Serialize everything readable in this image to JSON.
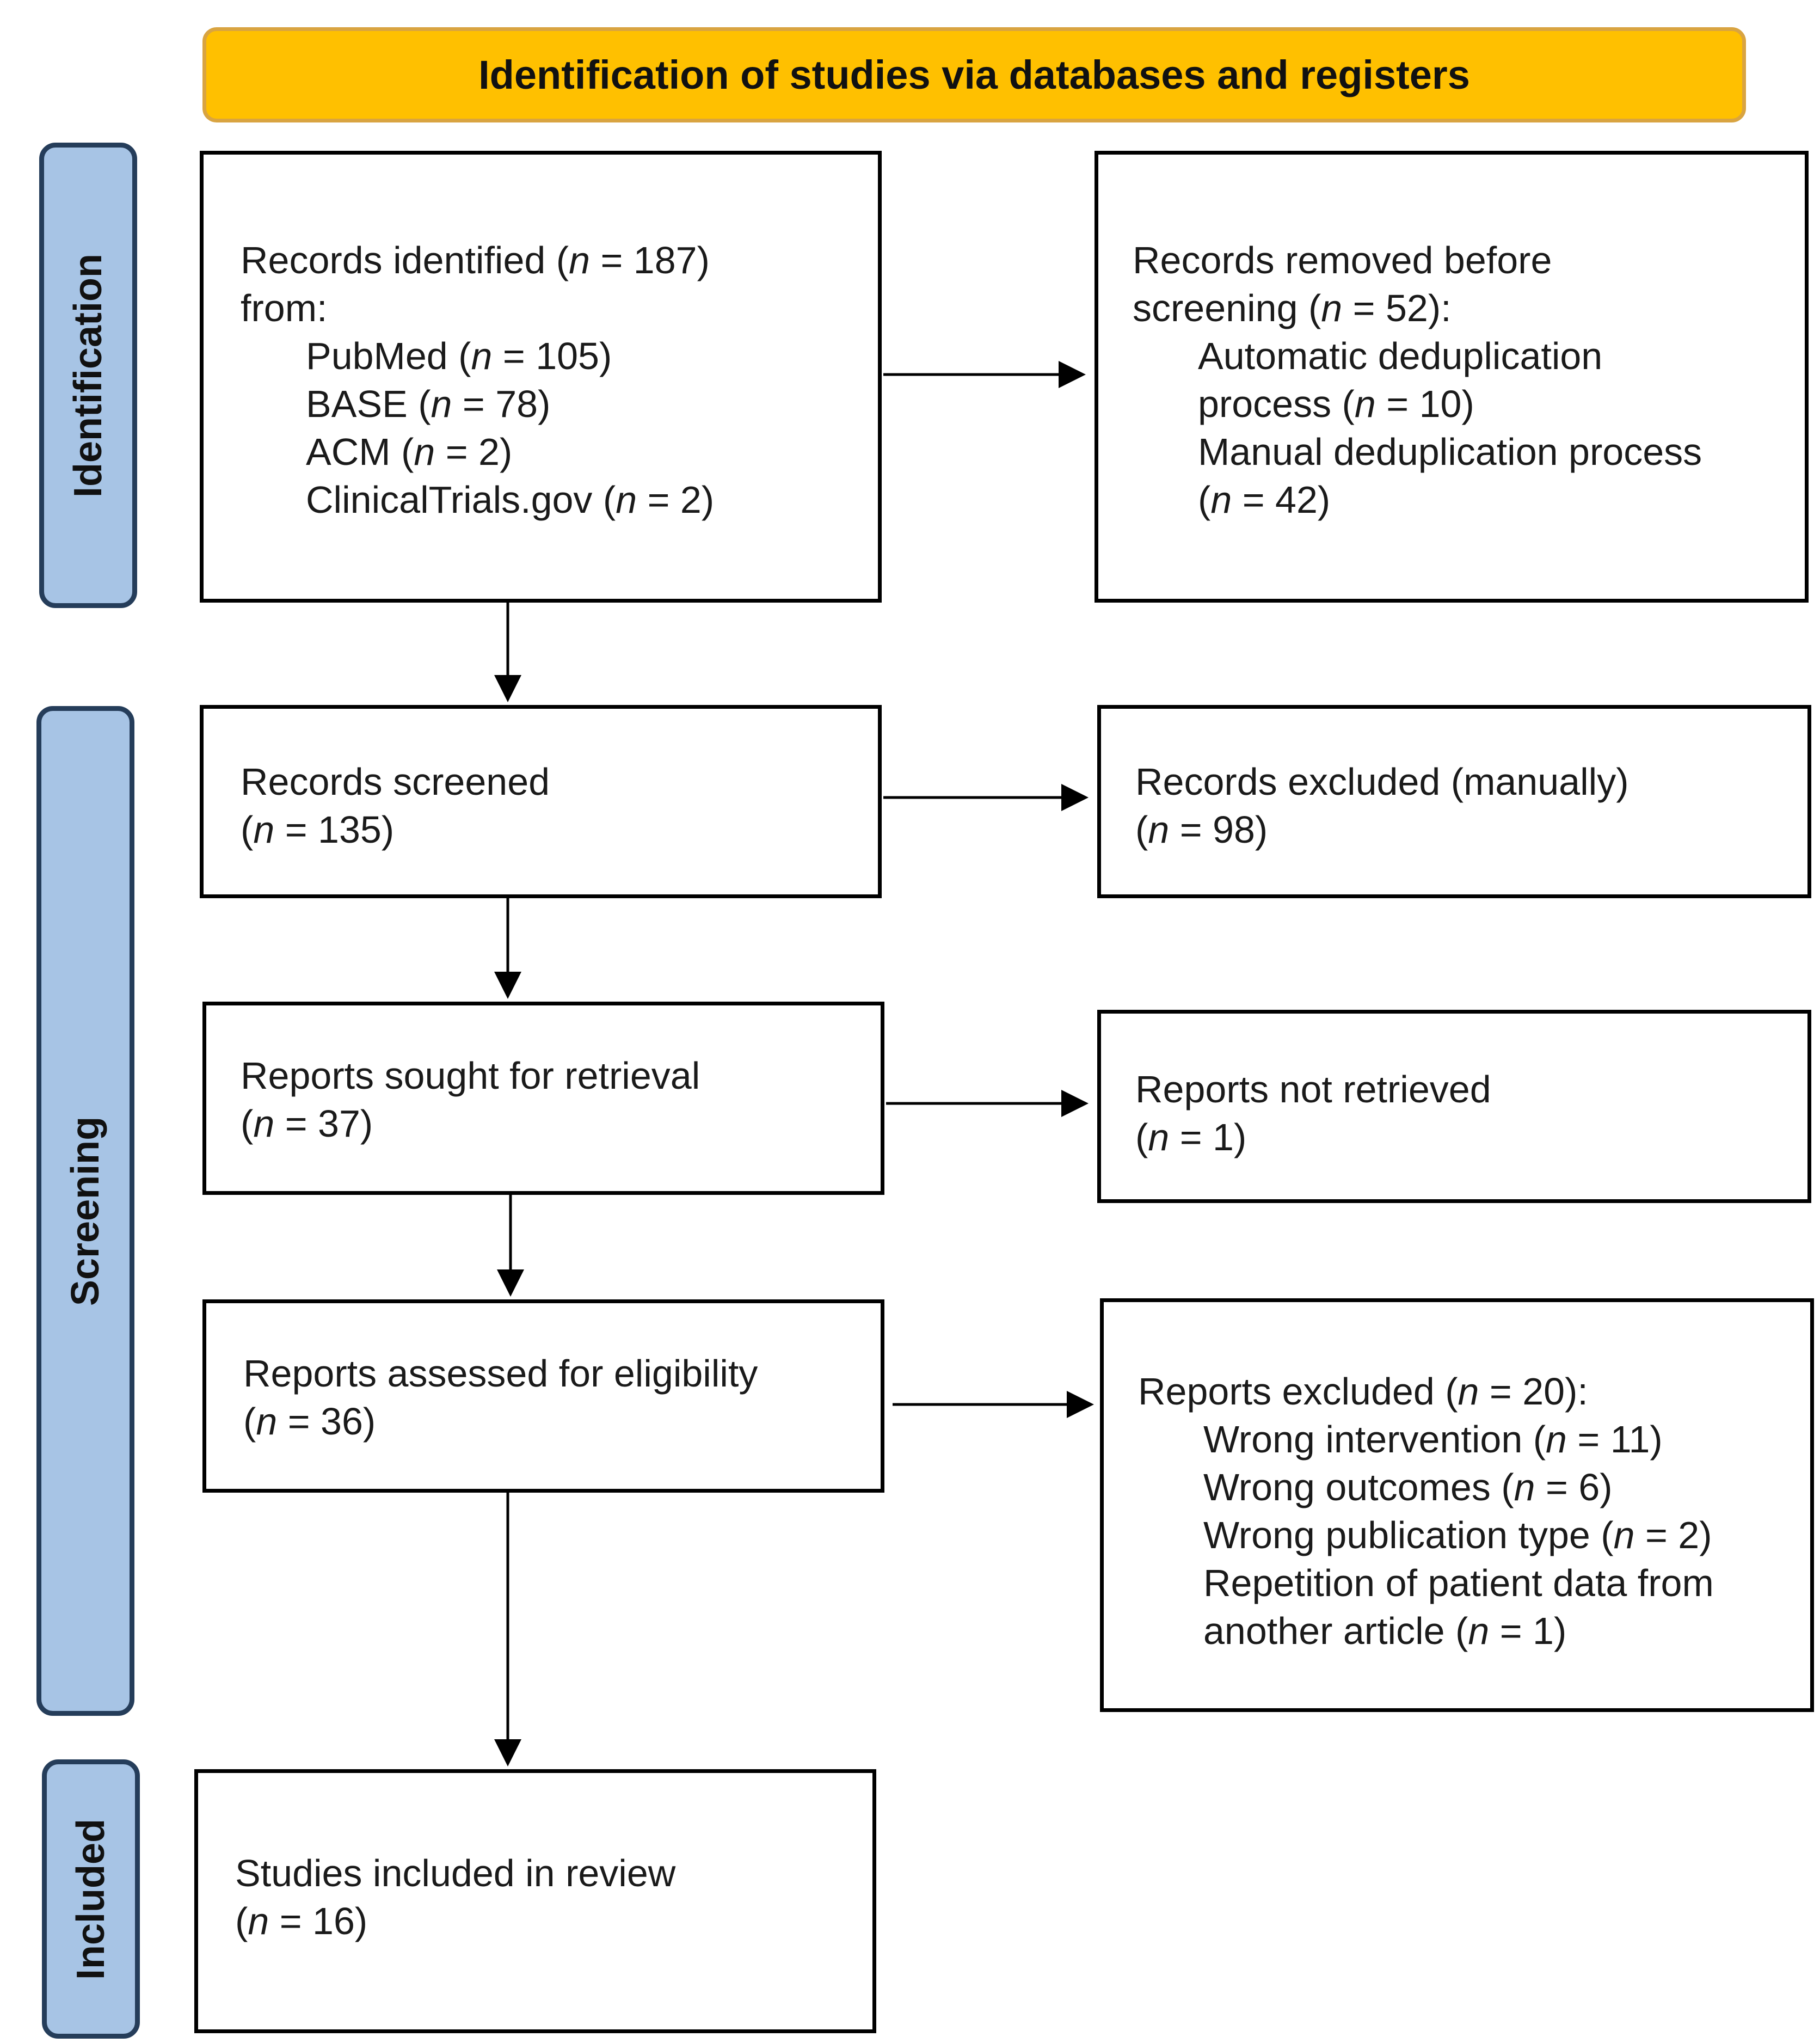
{
  "banner": "Identification of studies via databases and registers",
  "phases": {
    "identification": "Identification",
    "screening": "Screening",
    "included": "Included"
  },
  "n_symbol": "n",
  "boxes": {
    "records_identified": {
      "l1a": "Records identified (",
      "l1b": " = 187)",
      "l2": "from:",
      "s1a": "PubMed (",
      "s1b": " = 105)",
      "s2a": "BASE (",
      "s2b": " = 78)",
      "s3a": "ACM (",
      "s3b": " = 2)",
      "s4a": "ClinicalTrials.gov (",
      "s4b": " = 2)"
    },
    "records_removed": {
      "l1": "Records removed before",
      "l2a": "screening (",
      "l2b": " = 52):",
      "s1": "Automatic deduplication",
      "s2a": "process (",
      "s2b": " = 10)",
      "s3": "Manual deduplication process",
      "s4a": "(",
      "s4b": " = 42)"
    },
    "records_screened": {
      "l1": "Records screened",
      "l2a": "(",
      "l2b": " = 135)"
    },
    "records_excluded": {
      "l1": "Records excluded (manually)",
      "l2a": "(",
      "l2b": " = 98)"
    },
    "reports_sought": {
      "l1": "Reports sought for retrieval",
      "l2a": "(",
      "l2b": " = 37)"
    },
    "reports_not_retrieved": {
      "l1": "Reports not retrieved",
      "l2a": "(",
      "l2b": " = 1)"
    },
    "reports_assessed": {
      "l1": "Reports assessed for eligibility",
      "l2a": "(",
      "l2b": " = 36)"
    },
    "reports_excluded": {
      "l1a": "Reports excluded (",
      "l1b": " = 20):",
      "s1a": "Wrong intervention (",
      "s1b": " = 11)",
      "s2a": "Wrong outcomes (",
      "s2b": " = 6)",
      "s3a": "Wrong publication type (",
      "s3b": " = 2)",
      "s4": "Repetition of patient data from",
      "s5a": "another article (",
      "s5b": " = 1)"
    },
    "studies_included": {
      "l1": "Studies included in review",
      "l2a": "(",
      "l2b": " = 16)"
    }
  }
}
